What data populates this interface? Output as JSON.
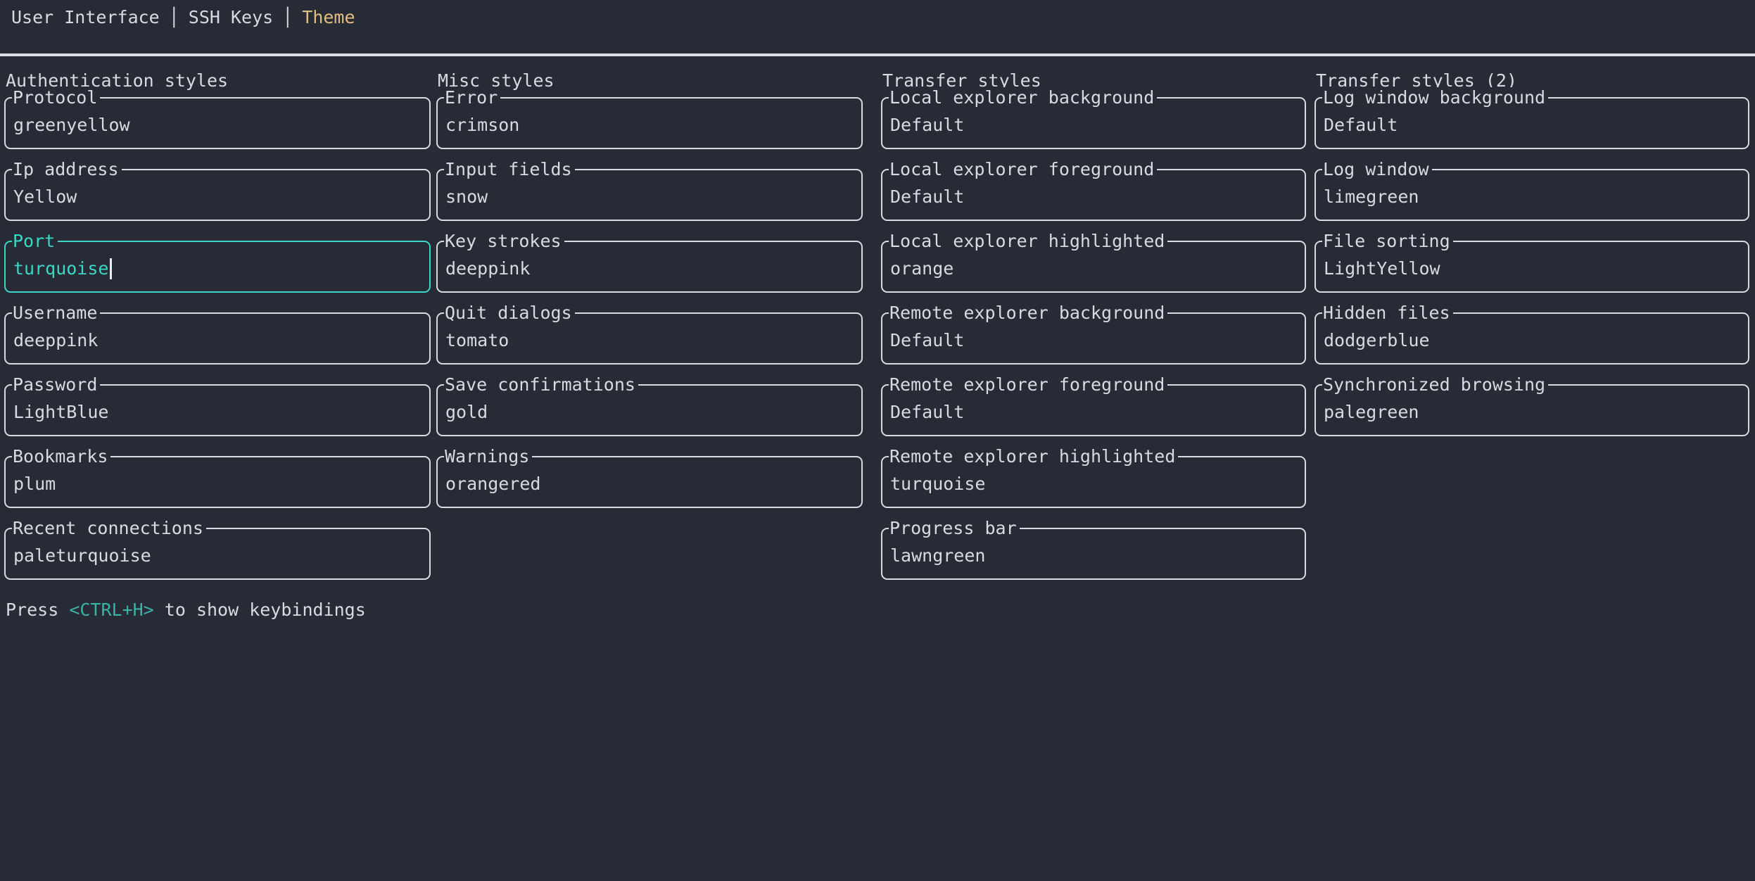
{
  "colors": {
    "background": "#272b35",
    "foreground": "#d6dae1",
    "box_border": "#d6dae1",
    "separator_line": "#dde1e6",
    "tab_active": "#e0be82",
    "focus_accent": "#3bd6c6",
    "keybinding": "#3ab3a5",
    "caret": "#e9edf2"
  },
  "tab_bar": {
    "separator": "│",
    "tabs": [
      {
        "label": "User Interface",
        "active": false
      },
      {
        "label": "SSH Keys",
        "active": false
      },
      {
        "label": "Theme",
        "active": true
      }
    ]
  },
  "sections": [
    {
      "title": "Authentication styles",
      "fields": [
        {
          "label": "Protocol",
          "value": "greenyellow"
        },
        {
          "label": "Ip address",
          "value": "Yellow"
        },
        {
          "label": "Port",
          "value": "turquoise",
          "focused": true
        },
        {
          "label": "Username",
          "value": "deeppink"
        },
        {
          "label": "Password",
          "value": "LightBlue"
        },
        {
          "label": "Bookmarks",
          "value": "plum"
        },
        {
          "label": "Recent connections",
          "value": "paleturquoise"
        }
      ]
    },
    {
      "title": "Misc styles",
      "fields": [
        {
          "label": "Error",
          "value": "crimson"
        },
        {
          "label": "Input fields",
          "value": "snow"
        },
        {
          "label": "Key strokes",
          "value": "deeppink"
        },
        {
          "label": "Quit dialogs",
          "value": "tomato"
        },
        {
          "label": "Save confirmations",
          "value": "gold"
        },
        {
          "label": "Warnings",
          "value": "orangered"
        }
      ]
    },
    {
      "title": "Transfer styles",
      "fields": [
        {
          "label": "Local explorer background",
          "value": "Default"
        },
        {
          "label": "Local explorer foreground",
          "value": "Default"
        },
        {
          "label": "Local explorer highlighted",
          "value": "orange"
        },
        {
          "label": "Remote explorer background",
          "value": "Default"
        },
        {
          "label": "Remote explorer foreground",
          "value": "Default"
        },
        {
          "label": "Remote explorer highlighted",
          "value": "turquoise"
        },
        {
          "label": "Progress bar",
          "value": "lawngreen"
        }
      ]
    },
    {
      "title": "Transfer styles (2)",
      "fields": [
        {
          "label": "Log window background",
          "value": "Default"
        },
        {
          "label": "Log window",
          "value": "limegreen"
        },
        {
          "label": "File sorting",
          "value": "LightYellow"
        },
        {
          "label": "Hidden files",
          "value": "dodgerblue"
        },
        {
          "label": "Synchronized browsing",
          "value": "palegreen"
        }
      ]
    }
  ],
  "footer": {
    "prefix": "Press ",
    "key": "<CTRL+H>",
    "suffix": " to show keybindings"
  }
}
